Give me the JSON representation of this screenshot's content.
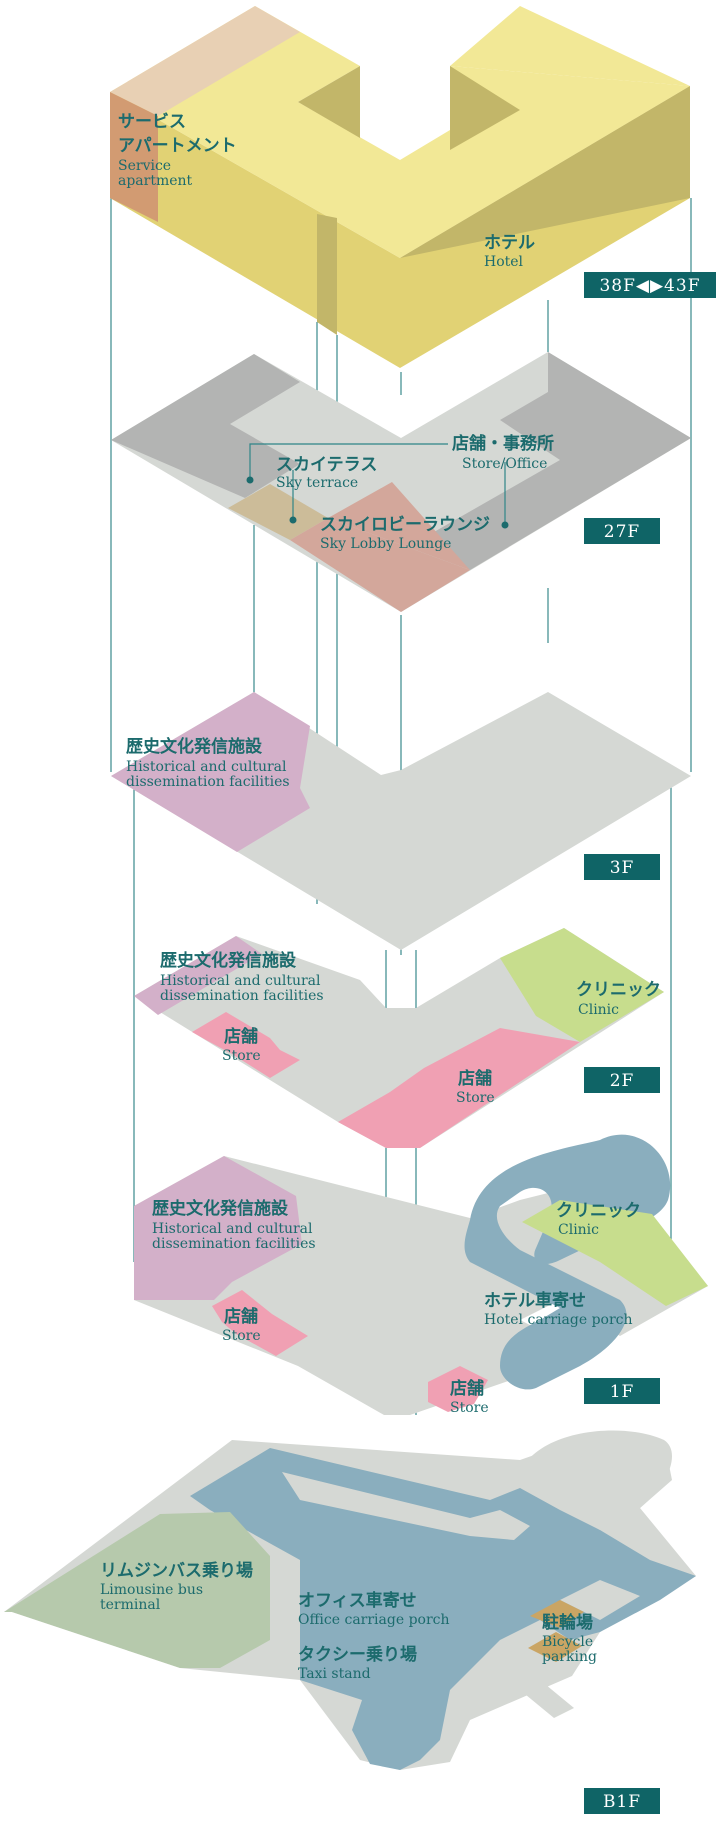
{
  "floors": {
    "tower": {
      "badge": "38F◀▶43F",
      "service_apartment": {
        "jp_line1": "サービス",
        "jp_line2": "アパートメント",
        "en_line1": "Service",
        "en_line2": "apartment"
      },
      "hotel": {
        "jp": "ホテル",
        "en": "Hotel"
      }
    },
    "f27": {
      "badge": "27F",
      "sky_terrace": {
        "jp": "スカイテラス",
        "en": "Sky terrace"
      },
      "store_office": {
        "jp": "店舗・事務所",
        "en": "Store/Office"
      },
      "sky_lobby": {
        "jp": "スカイロビーラウンジ",
        "en": "Sky Lobby Lounge"
      }
    },
    "f3": {
      "badge": "3F",
      "historical": {
        "jp": "歴史文化発信施設",
        "en_line1": "Historical and cultural",
        "en_line2": "dissemination facilities"
      }
    },
    "f2": {
      "badge": "2F",
      "historical": {
        "jp": "歴史文化発信施設",
        "en_line1": "Historical and cultural",
        "en_line2": "dissemination facilities"
      },
      "clinic": {
        "jp": "クリニック",
        "en": "Clinic"
      },
      "store_a": {
        "jp": "店舗",
        "en": "Store"
      },
      "store_b": {
        "jp": "店舗",
        "en": "Store"
      }
    },
    "f1": {
      "badge": "1F",
      "historical": {
        "jp": "歴史文化発信施設",
        "en_line1": "Historical and cultural",
        "en_line2": "dissemination facilities"
      },
      "clinic": {
        "jp": "クリニック",
        "en": "Clinic"
      },
      "hotel_porch": {
        "jp": "ホテル車寄せ",
        "en": "Hotel carriage porch"
      },
      "store_a": {
        "jp": "店舗",
        "en": "Store"
      },
      "store_b": {
        "jp": "店舗",
        "en": "Store"
      }
    },
    "b1": {
      "badge": "B1F",
      "limousine": {
        "jp": "リムジンバス乗り場",
        "en_line1": "Limousine bus",
        "en_line2": "terminal"
      },
      "office_porch": {
        "jp": "オフィス車寄せ",
        "en": "Office carriage porch"
      },
      "taxi": {
        "jp": "タクシー乗り場",
        "en": "Taxi stand"
      },
      "bicycle": {
        "jp": "駐輪場",
        "en_line1": "Bicycle",
        "en_line2": "parking"
      }
    }
  },
  "colors": {
    "teal": "#0f6466",
    "tower_light": "#f2e896",
    "tower_mid": "#e1d274",
    "tower_dark": "#c2b669",
    "apartment": "#e8d0b4",
    "apartment_side": "#d29b72",
    "floor_gray": "#d5d8d4",
    "floor_dark": "#b3b4b3",
    "cultural": "#d3b0c9",
    "store": "#f0a0b3",
    "clinic": "#c7dd8d",
    "road": "#8aaebe",
    "bus": "#b6c9ac",
    "bicycle": "#caa564",
    "lobby": "#d3a79b",
    "terrace": "#ccbc99"
  }
}
